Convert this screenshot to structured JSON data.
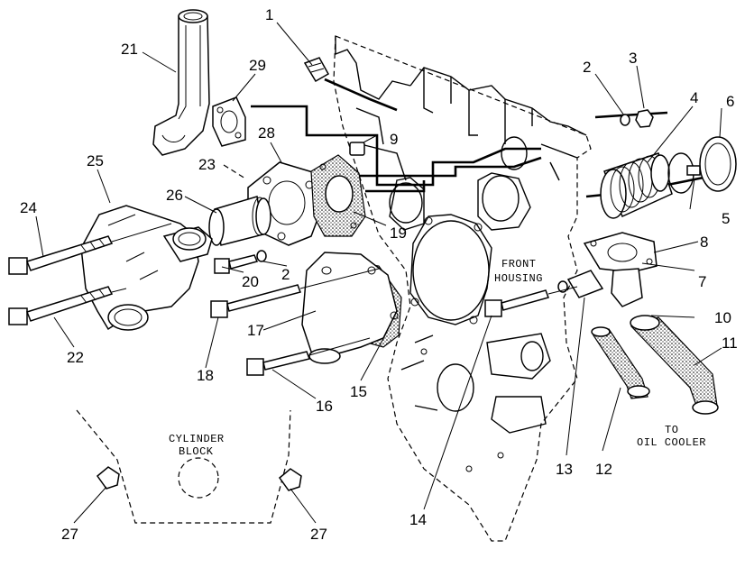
{
  "callouts": [
    "1",
    "2",
    "3",
    "4",
    "5",
    "6",
    "7",
    "8",
    "9",
    "10",
    "11",
    "12",
    "13",
    "14",
    "15",
    "16",
    "17",
    "18",
    "19",
    "20",
    "2",
    "21",
    "22",
    "23",
    "24",
    "25",
    "26",
    "27",
    "27",
    "28",
    "29"
  ],
  "labels": {
    "front_housing_line1": "FRONT",
    "front_housing_line2": "HOUSING",
    "cylinder_block_line1": "CYLINDER",
    "cylinder_block_line2": "BLOCK",
    "oil_cooler_line1": "TO",
    "oil_cooler_line2": "OIL COOLER"
  }
}
